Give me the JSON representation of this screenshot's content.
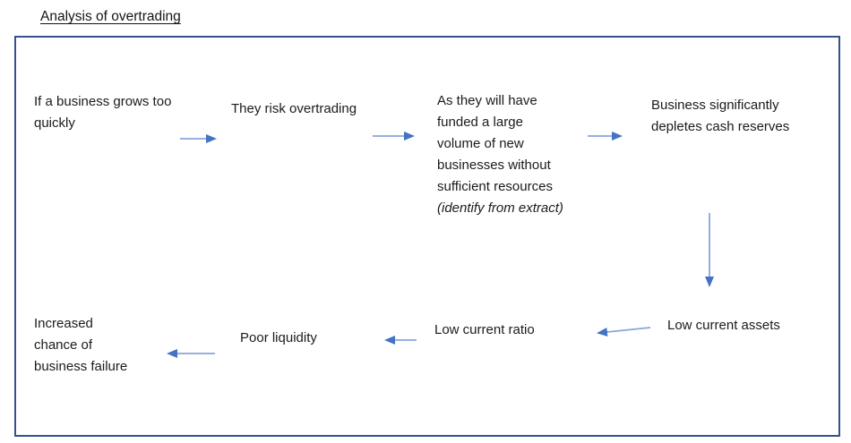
{
  "title": "Analysis of overtrading",
  "colors": {
    "text": "#1b1b1b",
    "frame_border": "#35518f",
    "arrow_shaft": "#8aa5da",
    "arrow_head": "#4472c4"
  },
  "flow": {
    "nodes": [
      {
        "id": "grows-too-quickly",
        "text": "If a business grows too quickly"
      },
      {
        "id": "risk-overtrading",
        "text": "They risk overtrading"
      },
      {
        "id": "funded-without-resources",
        "text": "As they will have funded a large volume of new businesses without sufficient resources ",
        "italic_text": "(identify from extract)"
      },
      {
        "id": "depletes-cash-reserves",
        "text": "Business significantly depletes cash reserves"
      },
      {
        "id": "low-current-assets",
        "text": "Low current assets"
      },
      {
        "id": "low-current-ratio",
        "text": "Low current ratio"
      },
      {
        "id": "poor-liquidity",
        "text": "Poor liquidity"
      },
      {
        "id": "increased-business-failure",
        "text": "Increased chance of business failure"
      }
    ],
    "arrows": [
      {
        "from": "grows-too-quickly",
        "to": "risk-overtrading",
        "direction": "right"
      },
      {
        "from": "risk-overtrading",
        "to": "funded-without-resources",
        "direction": "right"
      },
      {
        "from": "funded-without-resources",
        "to": "depletes-cash-reserves",
        "direction": "right"
      },
      {
        "from": "depletes-cash-reserves",
        "to": "low-current-assets",
        "direction": "down"
      },
      {
        "from": "low-current-assets",
        "to": "low-current-ratio",
        "direction": "left"
      },
      {
        "from": "low-current-ratio",
        "to": "poor-liquidity",
        "direction": "left"
      },
      {
        "from": "poor-liquidity",
        "to": "increased-business-failure",
        "direction": "left"
      }
    ]
  }
}
